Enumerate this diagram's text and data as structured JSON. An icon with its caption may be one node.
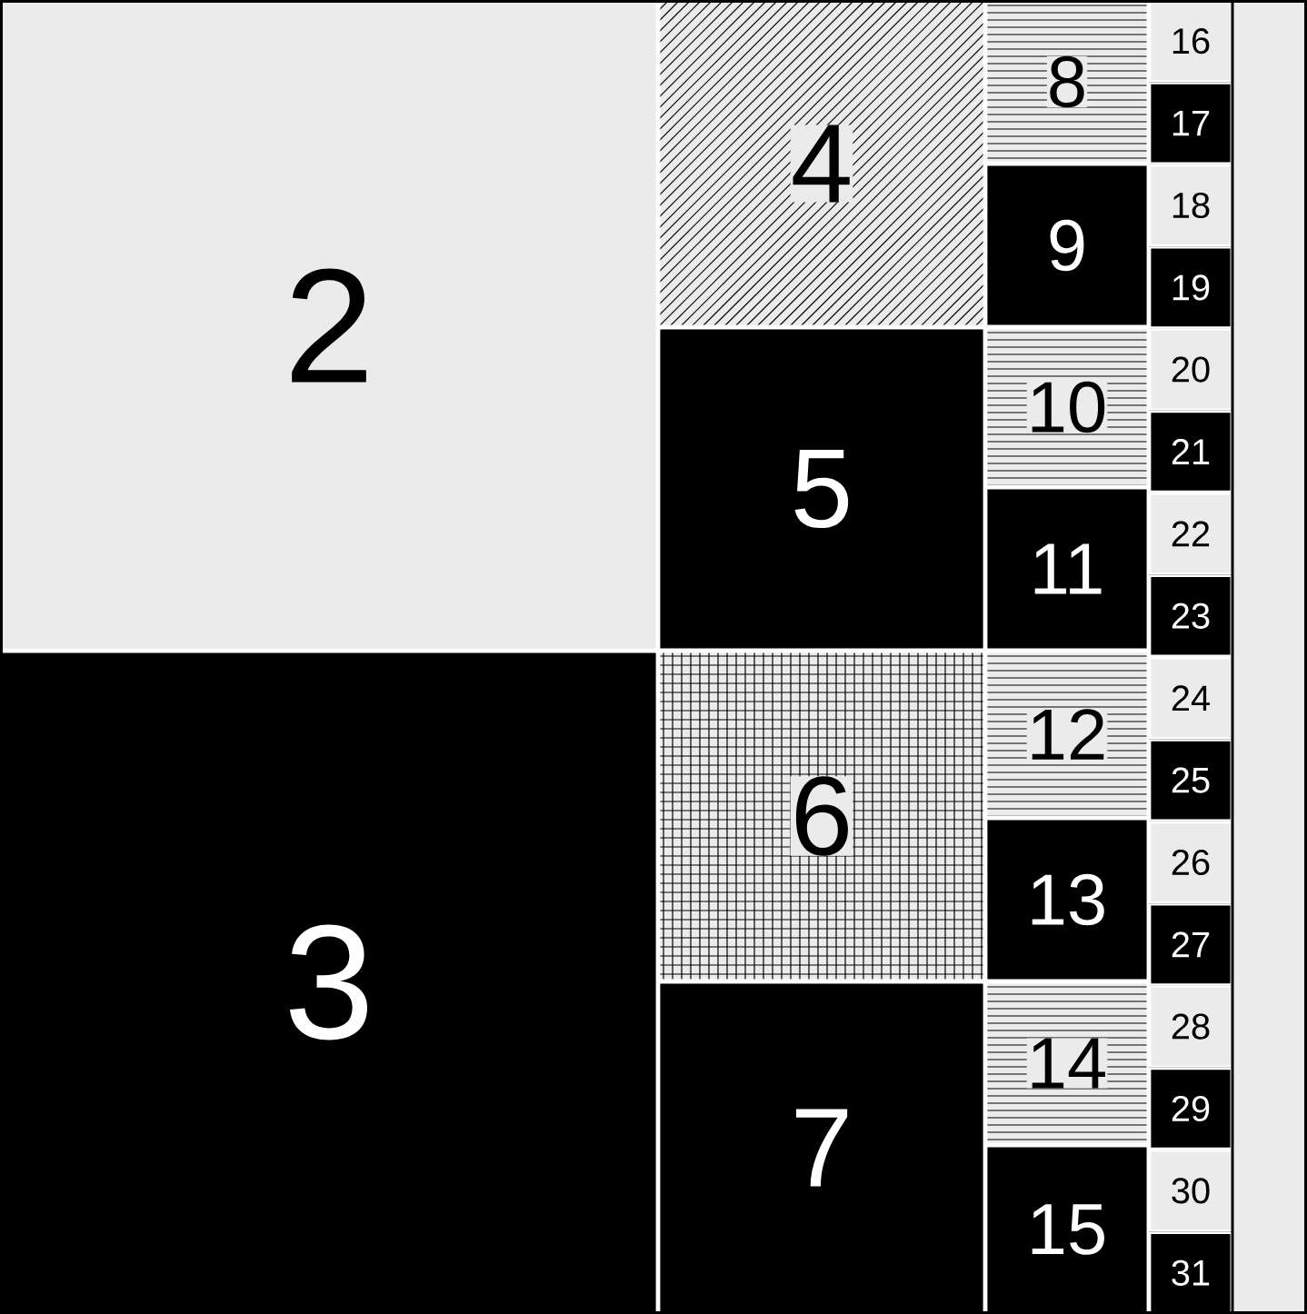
{
  "diagram": {
    "nodes": [
      {
        "text": [
          "2"
        ]
      },
      {
        "text": [
          "3"
        ]
      },
      {
        "text": [
          "4"
        ]
      },
      {
        "text": [
          "5"
        ]
      },
      {
        "text": [
          "6"
        ]
      },
      {
        "text": [
          "7"
        ]
      },
      {
        "text": [
          "8"
        ]
      },
      {
        "text": [
          "9"
        ]
      },
      {
        "text": [
          "10"
        ]
      },
      {
        "text": [
          "11"
        ]
      },
      {
        "text": [
          "12"
        ]
      },
      {
        "text": [
          "13"
        ]
      },
      {
        "text": [
          "14"
        ]
      },
      {
        "text": [
          "15"
        ]
      },
      {
        "text": [
          "16"
        ]
      },
      {
        "text": [
          "17"
        ]
      },
      {
        "text": [
          "18"
        ]
      },
      {
        "text": [
          "19"
        ]
      },
      {
        "text": [
          "20"
        ]
      },
      {
        "text": [
          "21"
        ]
      },
      {
        "text": [
          "22"
        ]
      },
      {
        "text": [
          "23"
        ]
      },
      {
        "text": [
          "24"
        ]
      },
      {
        "text": [
          "25"
        ]
      },
      {
        "text": [
          "26"
        ]
      },
      {
        "text": [
          "27"
        ]
      },
      {
        "text": [
          "28"
        ]
      },
      {
        "text": [
          "29"
        ]
      },
      {
        "text": [
          "30"
        ]
      },
      {
        "text": [
          "31"
        ]
      }
    ]
  }
}
